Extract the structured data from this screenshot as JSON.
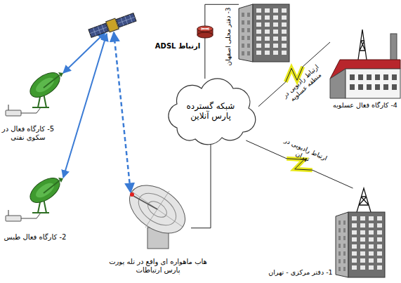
{
  "diagram": {
    "nodes": [
      {
        "text": [
          "3- دفتر محلی اصفهان"
        ]
      },
      {
        "text": [
          "4- کارگاه فعال عسلویه"
        ]
      },
      {
        "text": [
          "5- کارگاه فعال در سکوی نفتی"
        ]
      },
      {
        "text": [
          "شبکه گسترده پارس آنلاین"
        ]
      },
      {
        "text": [
          "2- کارگاه فعال طبس"
        ]
      },
      {
        "text": [
          "هاب ماهواره ای واقع در تله پورت پارس ارتباطات"
        ]
      },
      {
        "text": [
          "1- دفتر مرکزی - تهران"
        ]
      }
    ],
    "edges": [
      {
        "from": 0,
        "to": 3,
        "label": "ارتباط ADSL",
        "arrow": "none"
      },
      {
        "from": 3,
        "to": 1,
        "label": "ارتباط رادیویی در منطقه عسلویه",
        "arrow": "none"
      },
      {
        "from": 3,
        "to": 6,
        "label": "ارتباط رادیویی در تهران",
        "arrow": "none"
      },
      {
        "from": 5,
        "to": 3,
        "arrow": "none"
      }
    ]
  }
}
